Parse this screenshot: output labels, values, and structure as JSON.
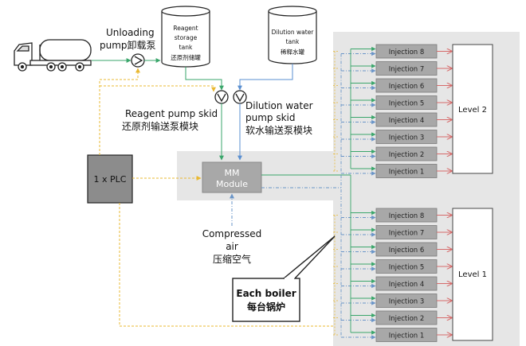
{
  "labels": {
    "unloading_pump_en_1": "Unloading",
    "unloading_pump_en_2": "pump",
    "unloading_pump_cn": "卸载泵",
    "reagent_tank_en_1": "Reagent",
    "reagent_tank_en_2": "storage",
    "reagent_tank_en_3": "tank",
    "reagent_tank_cn": "还原剂储罐",
    "dilution_tank_en_1": "Dilution water",
    "dilution_tank_en_2": "tank",
    "dilution_tank_cn": "稀释水罐",
    "reagent_skid_en": "Reagent  pump skid",
    "reagent_skid_cn": "还原剂输送泵模块",
    "dilution_skid_en_1": "Dilution water",
    "dilution_skid_en_2": "pump skid",
    "dilution_skid_cn": "软水输送泵模块",
    "plc": "1 x PLC",
    "mm_module_1": "MM",
    "mm_module_2": "Module",
    "compressed_air_en_1": "Compressed",
    "compressed_air_en_2": "air",
    "compressed_air_cn": "压缩空气",
    "callout_en": "Each boiler",
    "callout_cn": "每台锅炉",
    "level_2": "Level 2",
    "level_1": "Level 1"
  },
  "injections_top": [
    "Injection 8",
    "Injection 7",
    "Injection 6",
    "Injection 5",
    "Injection 4",
    "Injection 3",
    "Injection 2",
    "Injection 1"
  ],
  "injections_bottom": [
    "Injection 8",
    "Injection 7",
    "Injection 6",
    "Injection 5",
    "Injection 4",
    "Injection 3",
    "Injection 2",
    "Injection 1"
  ],
  "colors": {
    "reagent_line": "#3aa66b",
    "water_line": "#5a8fd0",
    "air_line": "#6a95c8",
    "plc_signal": "#e9b830",
    "output_arrow": "#d66a6a",
    "injection_box": "#a8a8a8",
    "boiler_panel": "#e6e6e6",
    "plc_box": "#8c8c8c"
  }
}
